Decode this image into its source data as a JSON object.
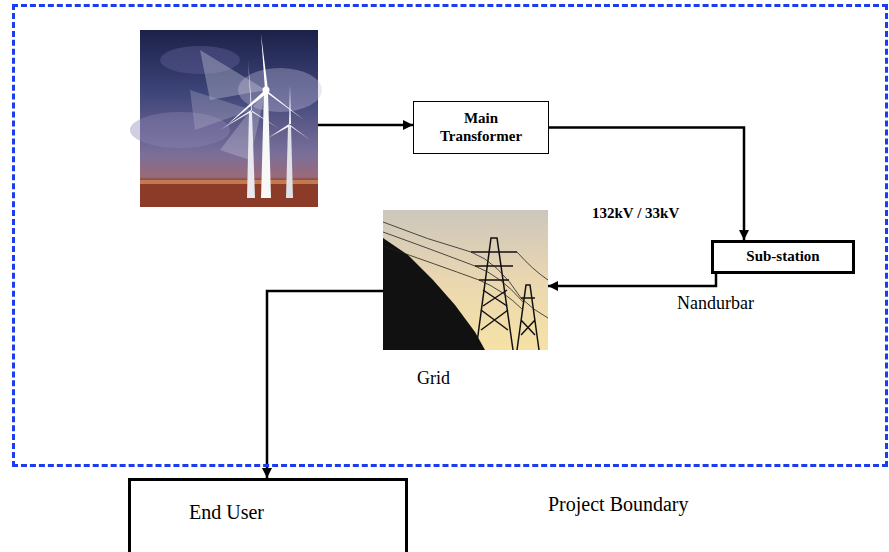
{
  "diagram": {
    "nodes": [
      {
        "text": [
          "Project Boundary"
        ]
      },
      {
        "text": [
          "Main Transformer"
        ],
        "in": 0
      },
      {
        "text": [
          "Sub-station"
        ],
        "in": 0
      },
      {
        "text": [
          "Grid"
        ],
        "in": 0
      },
      {
        "text": [
          "End User"
        ]
      }
    ],
    "edges": [
      {
        "from": 1,
        "to": 2,
        "arrow": "to",
        "label": "132kV / 33kV"
      },
      {
        "from": 2,
        "to": 3,
        "arrow": "to"
      },
      {
        "from": 3,
        "to": 4,
        "arrow": "to"
      }
    ],
    "labels": [
      "Nandurbar"
    ]
  }
}
